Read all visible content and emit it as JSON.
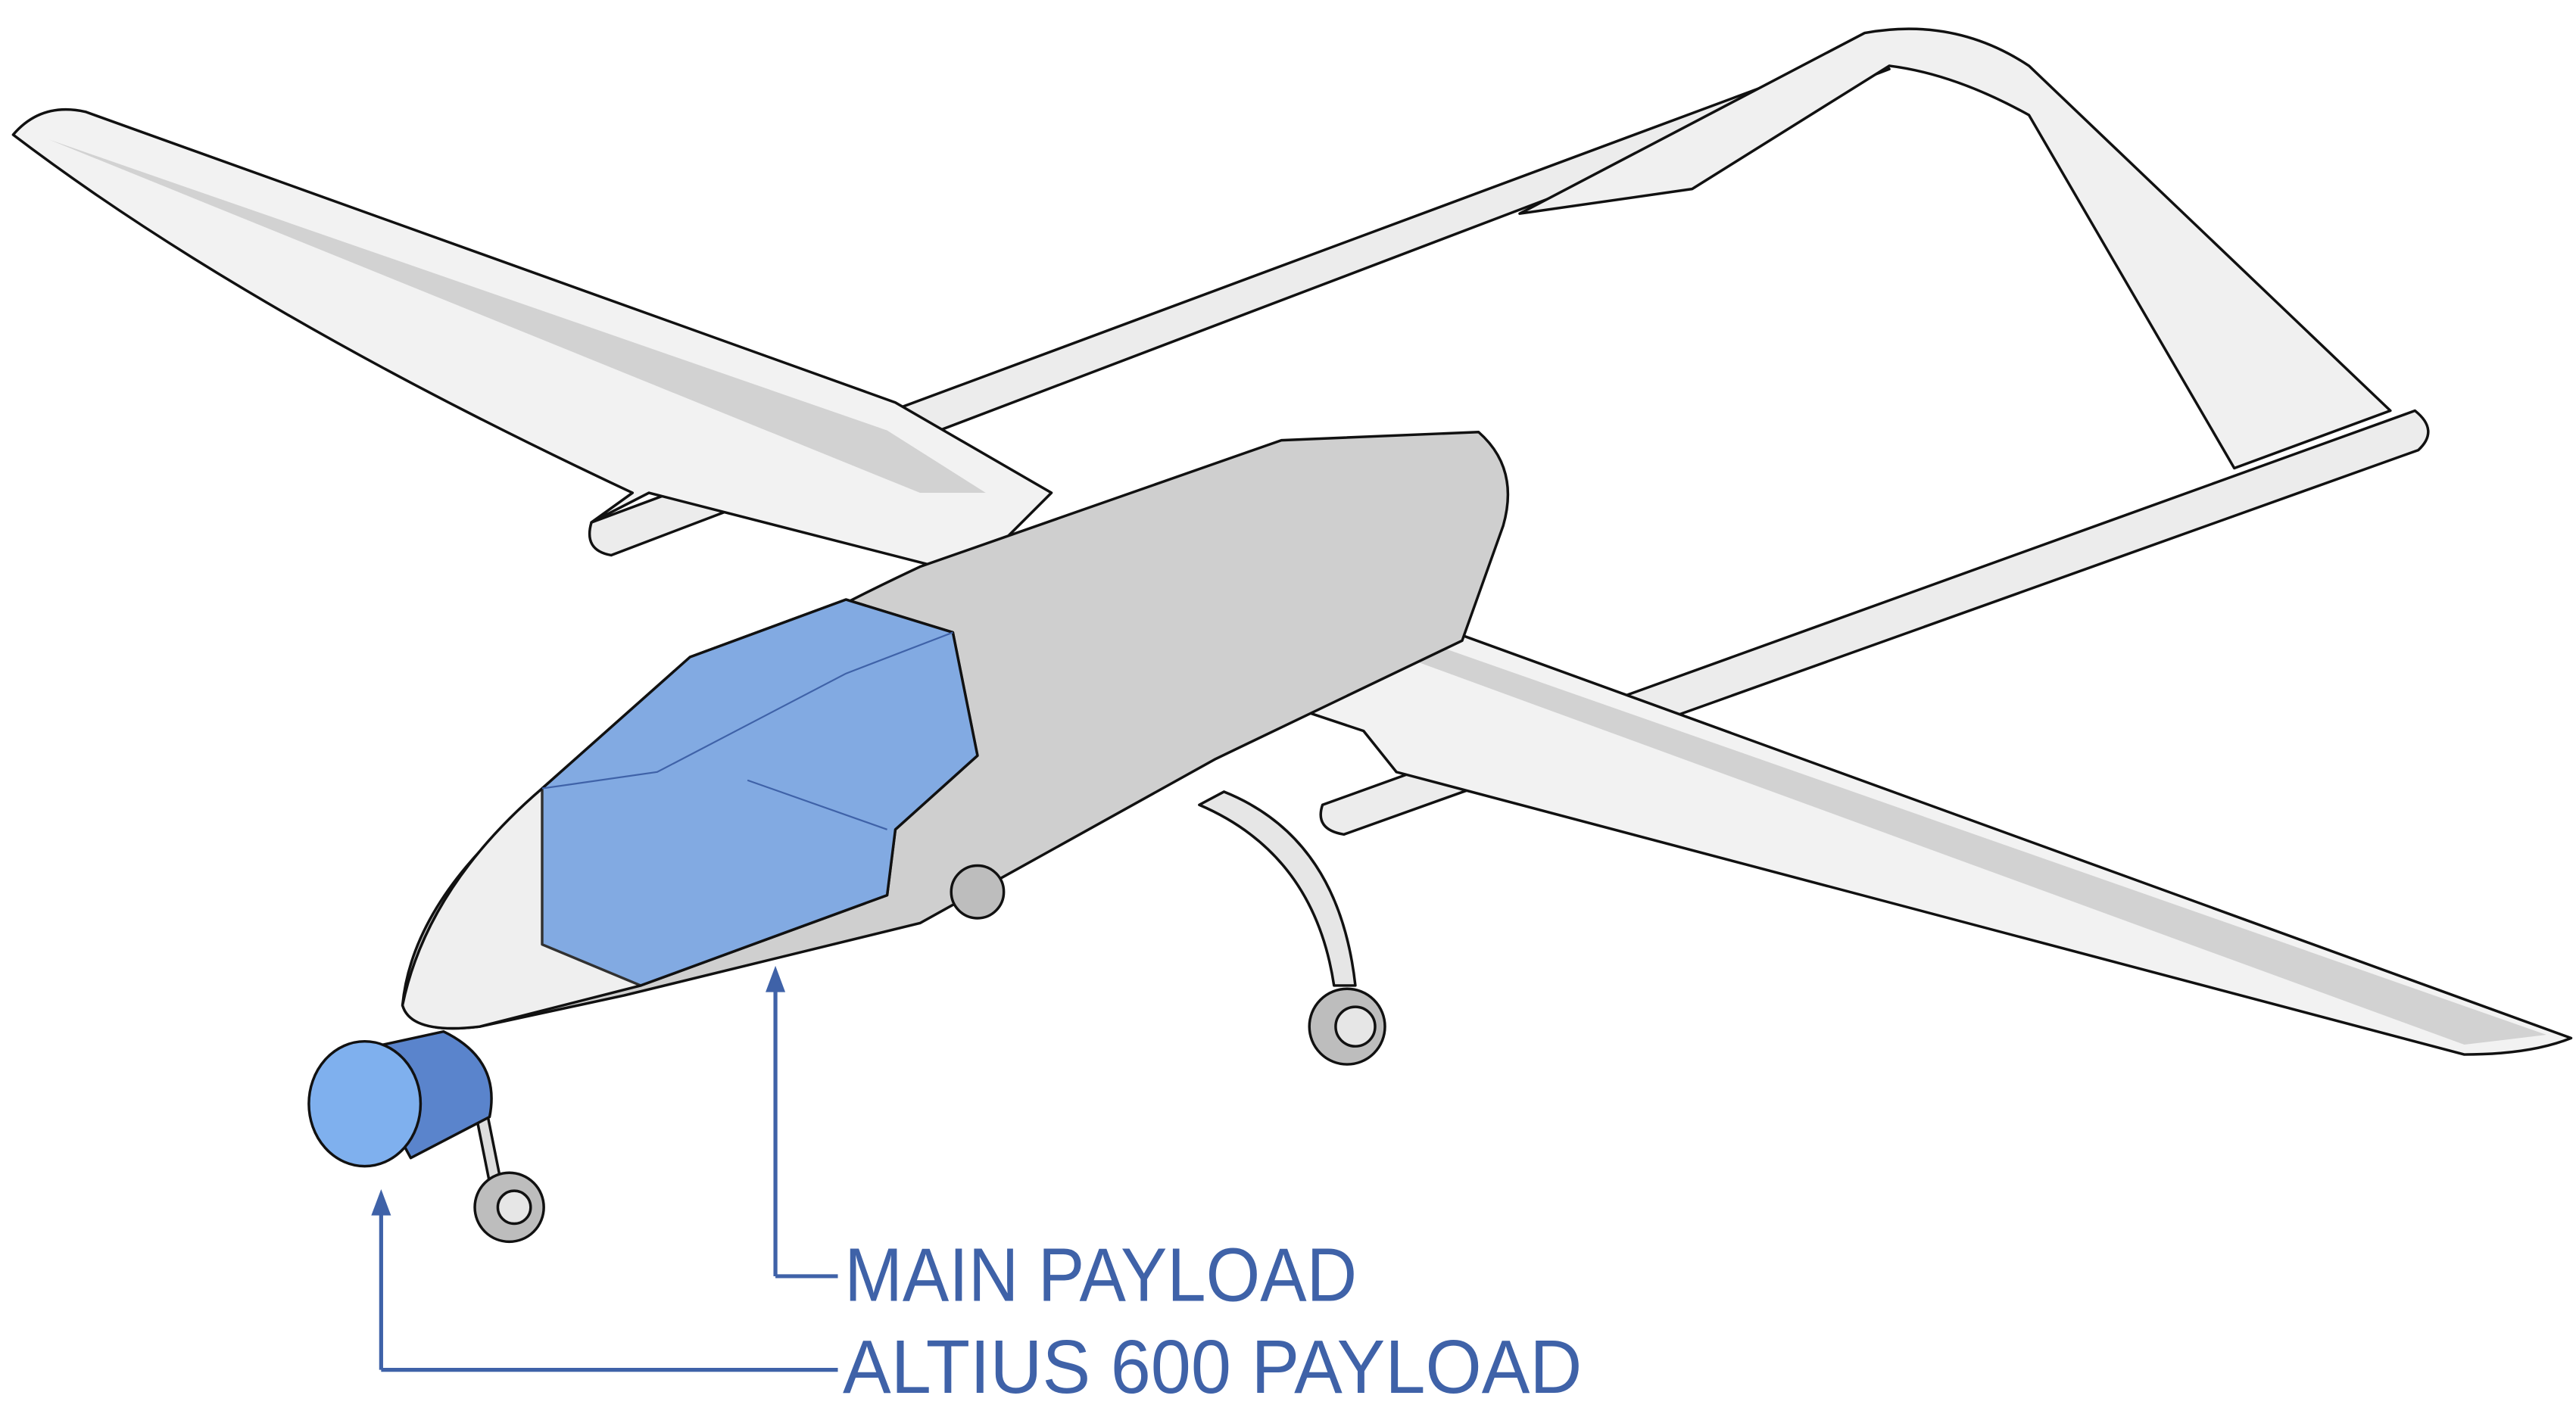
{
  "diagram": {
    "subject": "drone",
    "accent_color": "#3f62a8",
    "payload_color": "#6f9fe0",
    "labels": [
      {
        "id": "main",
        "text": "MAIN PAYLOAD"
      },
      {
        "id": "altius",
        "text": "ALTIUS 600 PAYLOAD"
      }
    ]
  }
}
